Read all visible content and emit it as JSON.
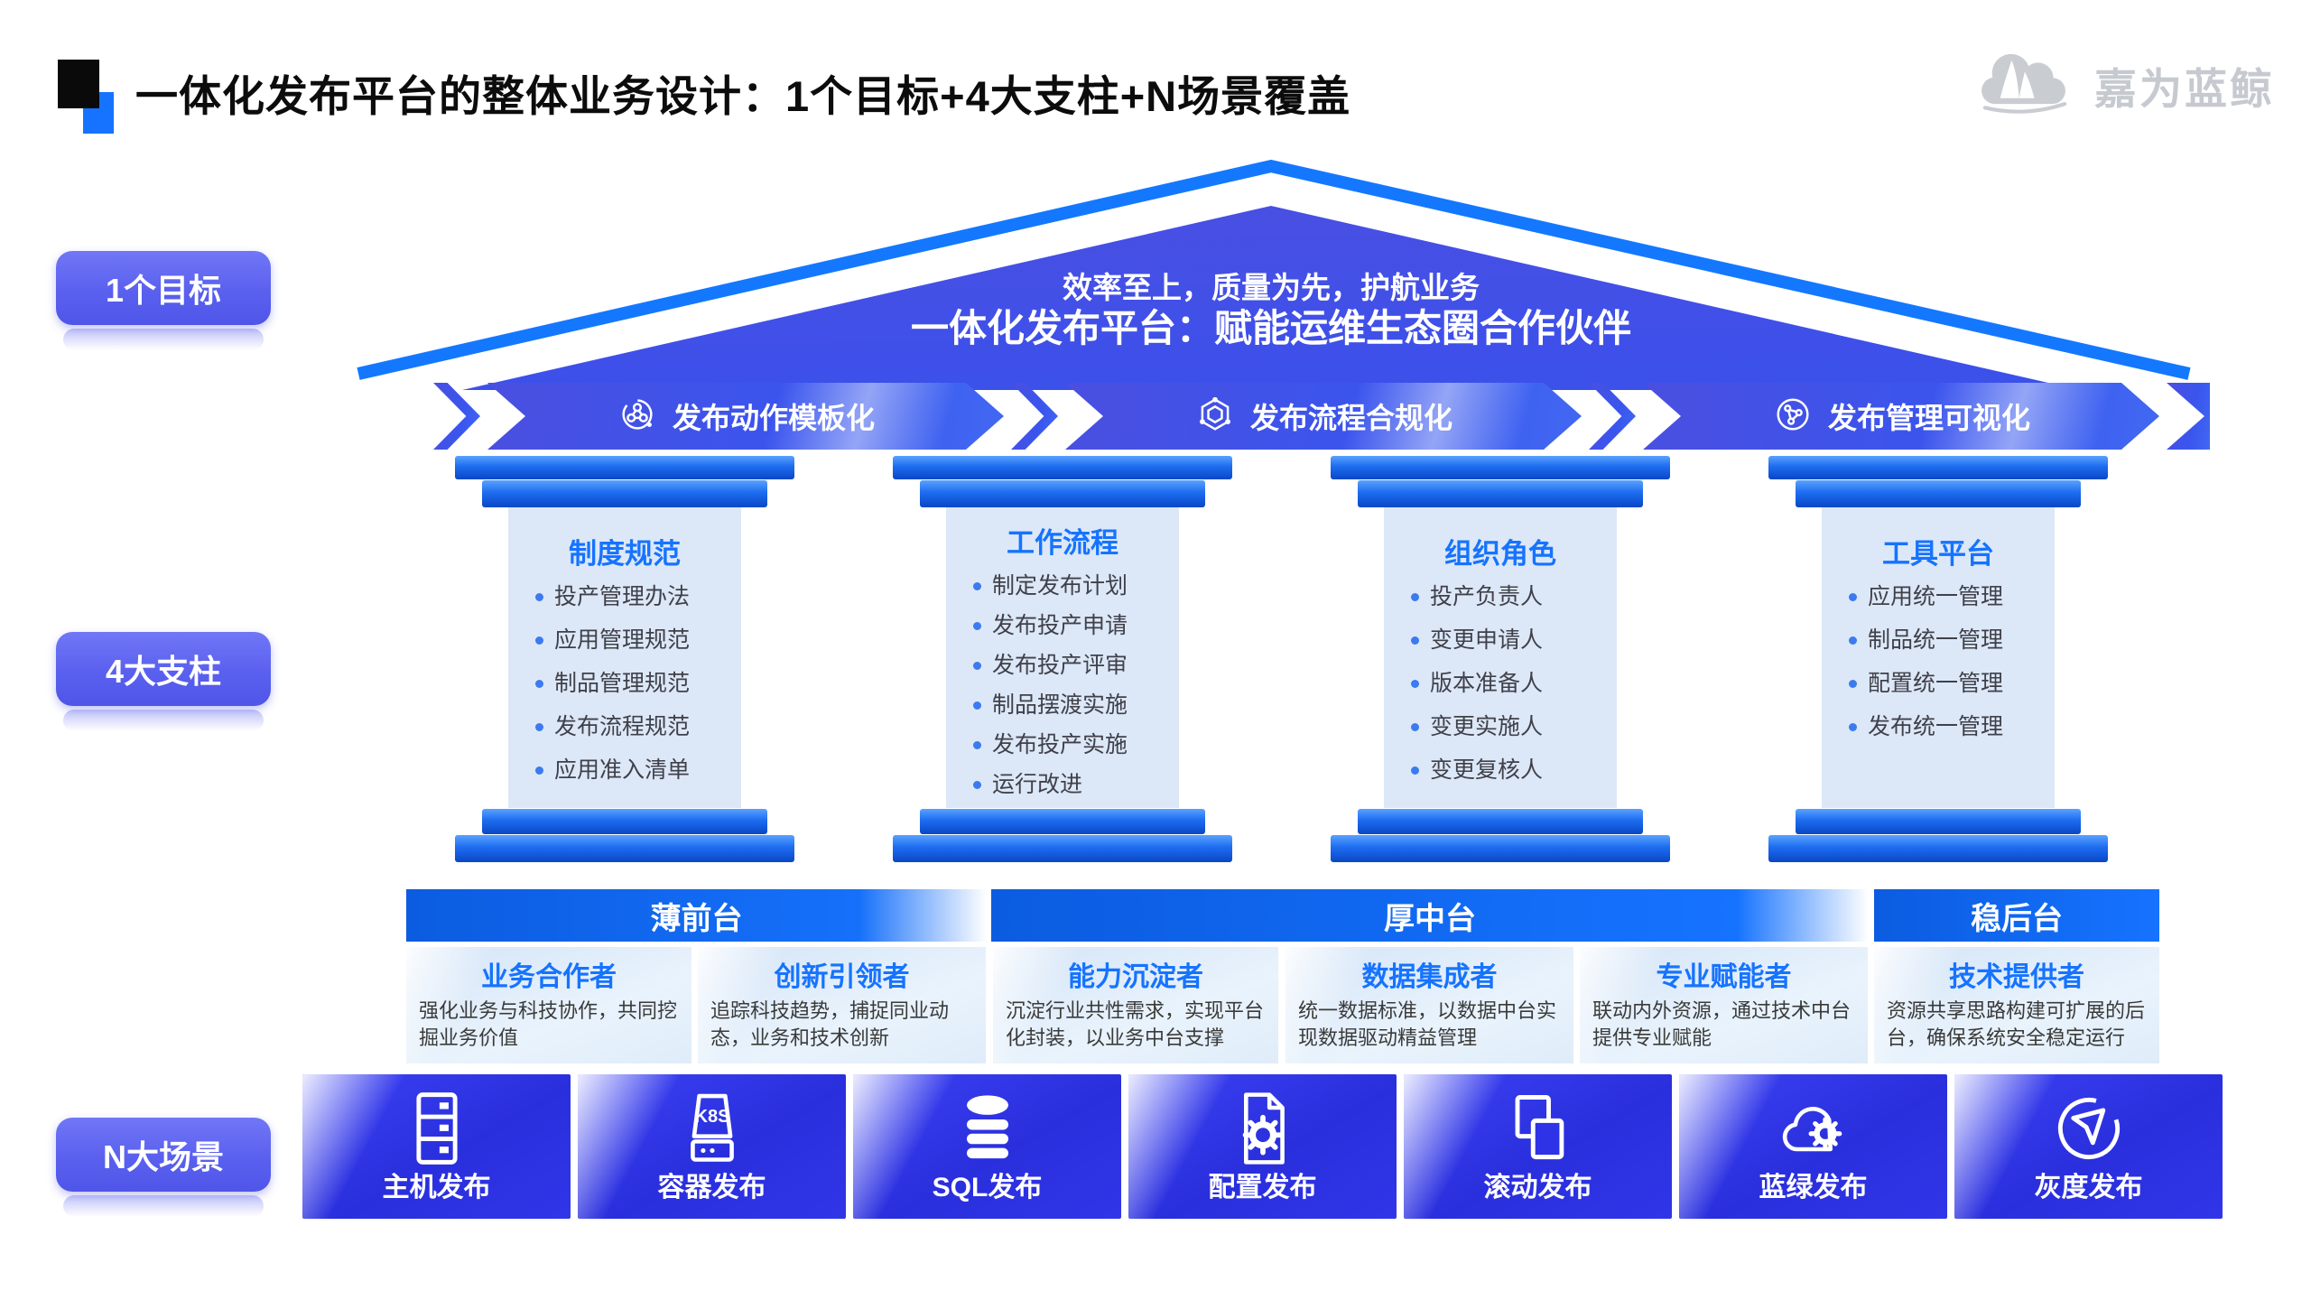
{
  "header": {
    "title": "一体化发布平台的整体业务设计：1个目标+4大支柱+N场景覆盖",
    "logo_text": "嘉为蓝鲸"
  },
  "side_labels": [
    "1个目标",
    "4大支柱",
    "N大场景"
  ],
  "roof": {
    "line1": "效率至上，质量为先，护航业务",
    "line2": "一体化发布平台：赋能运维生态圈合作伙伴"
  },
  "banners": [
    {
      "icon": "template-orbit-icon",
      "label": "发布动作模板化"
    },
    {
      "icon": "hexagon-network-icon",
      "label": "发布流程合规化"
    },
    {
      "icon": "share-graph-icon",
      "label": "发布管理可视化"
    }
  ],
  "pillars": [
    {
      "title": "制度规范",
      "items": [
        "投产管理办法",
        "应用管理规范",
        "制品管理规范",
        "发布流程规范",
        "应用准入清单"
      ]
    },
    {
      "title": "工作流程",
      "items": [
        "制定发布计划",
        "发布投产申请",
        "发布投产评审",
        "制品摆渡实施",
        "发布投产实施",
        "运行改进"
      ]
    },
    {
      "title": "组织角色",
      "items": [
        "投产负责人",
        "变更申请人",
        "版本准备人",
        "变更实施人",
        "变更复核人"
      ]
    },
    {
      "title": "工具平台",
      "items": [
        "应用统一管理",
        "制品统一管理",
        "配置统一管理",
        "发布统一管理"
      ]
    }
  ],
  "middle": {
    "sections": [
      {
        "header": "薄前台",
        "roles": [
          {
            "title": "业务合作者",
            "desc": "强化业务与科技协作，共同挖掘业务价值"
          },
          {
            "title": "创新引领者",
            "desc": "追踪科技趋势，捕捉同业动态，业务和技术创新"
          }
        ]
      },
      {
        "header": "厚中台",
        "roles": [
          {
            "title": "能力沉淀者",
            "desc": "沉淀行业共性需求，实现平台化封装，以业务中台支撑"
          },
          {
            "title": "数据集成者",
            "desc": "统一数据标准，以数据中台实现数据驱动精益管理"
          },
          {
            "title": "专业赋能者",
            "desc": "联动内外资源，通过技术中台提供专业赋能"
          }
        ]
      },
      {
        "header": "稳后台",
        "roles": [
          {
            "title": "技术提供者",
            "desc": "资源共享思路构建可扩展的后台，确保系统安全稳定运行"
          }
        ]
      }
    ]
  },
  "scenarios": [
    {
      "icon": "server-icon",
      "label": "主机发布"
    },
    {
      "icon": "k8s-container-icon",
      "label": "容器发布"
    },
    {
      "icon": "database-icon",
      "label": "SQL发布"
    },
    {
      "icon": "config-file-gear-icon",
      "label": "配置发布"
    },
    {
      "icon": "rolling-squares-icon",
      "label": "滚动发布"
    },
    {
      "icon": "cloud-gear-icon",
      "label": "蓝绿发布"
    },
    {
      "icon": "nav-arrow-icon",
      "label": "灰度发布"
    }
  ],
  "colors": {
    "accent_blue": "#1673ff",
    "indigo_banner": "#4449e0",
    "tile_blue": "#2b30e6",
    "pillar_body": "#dce8f7",
    "logo_gray": "#c6cad0"
  }
}
